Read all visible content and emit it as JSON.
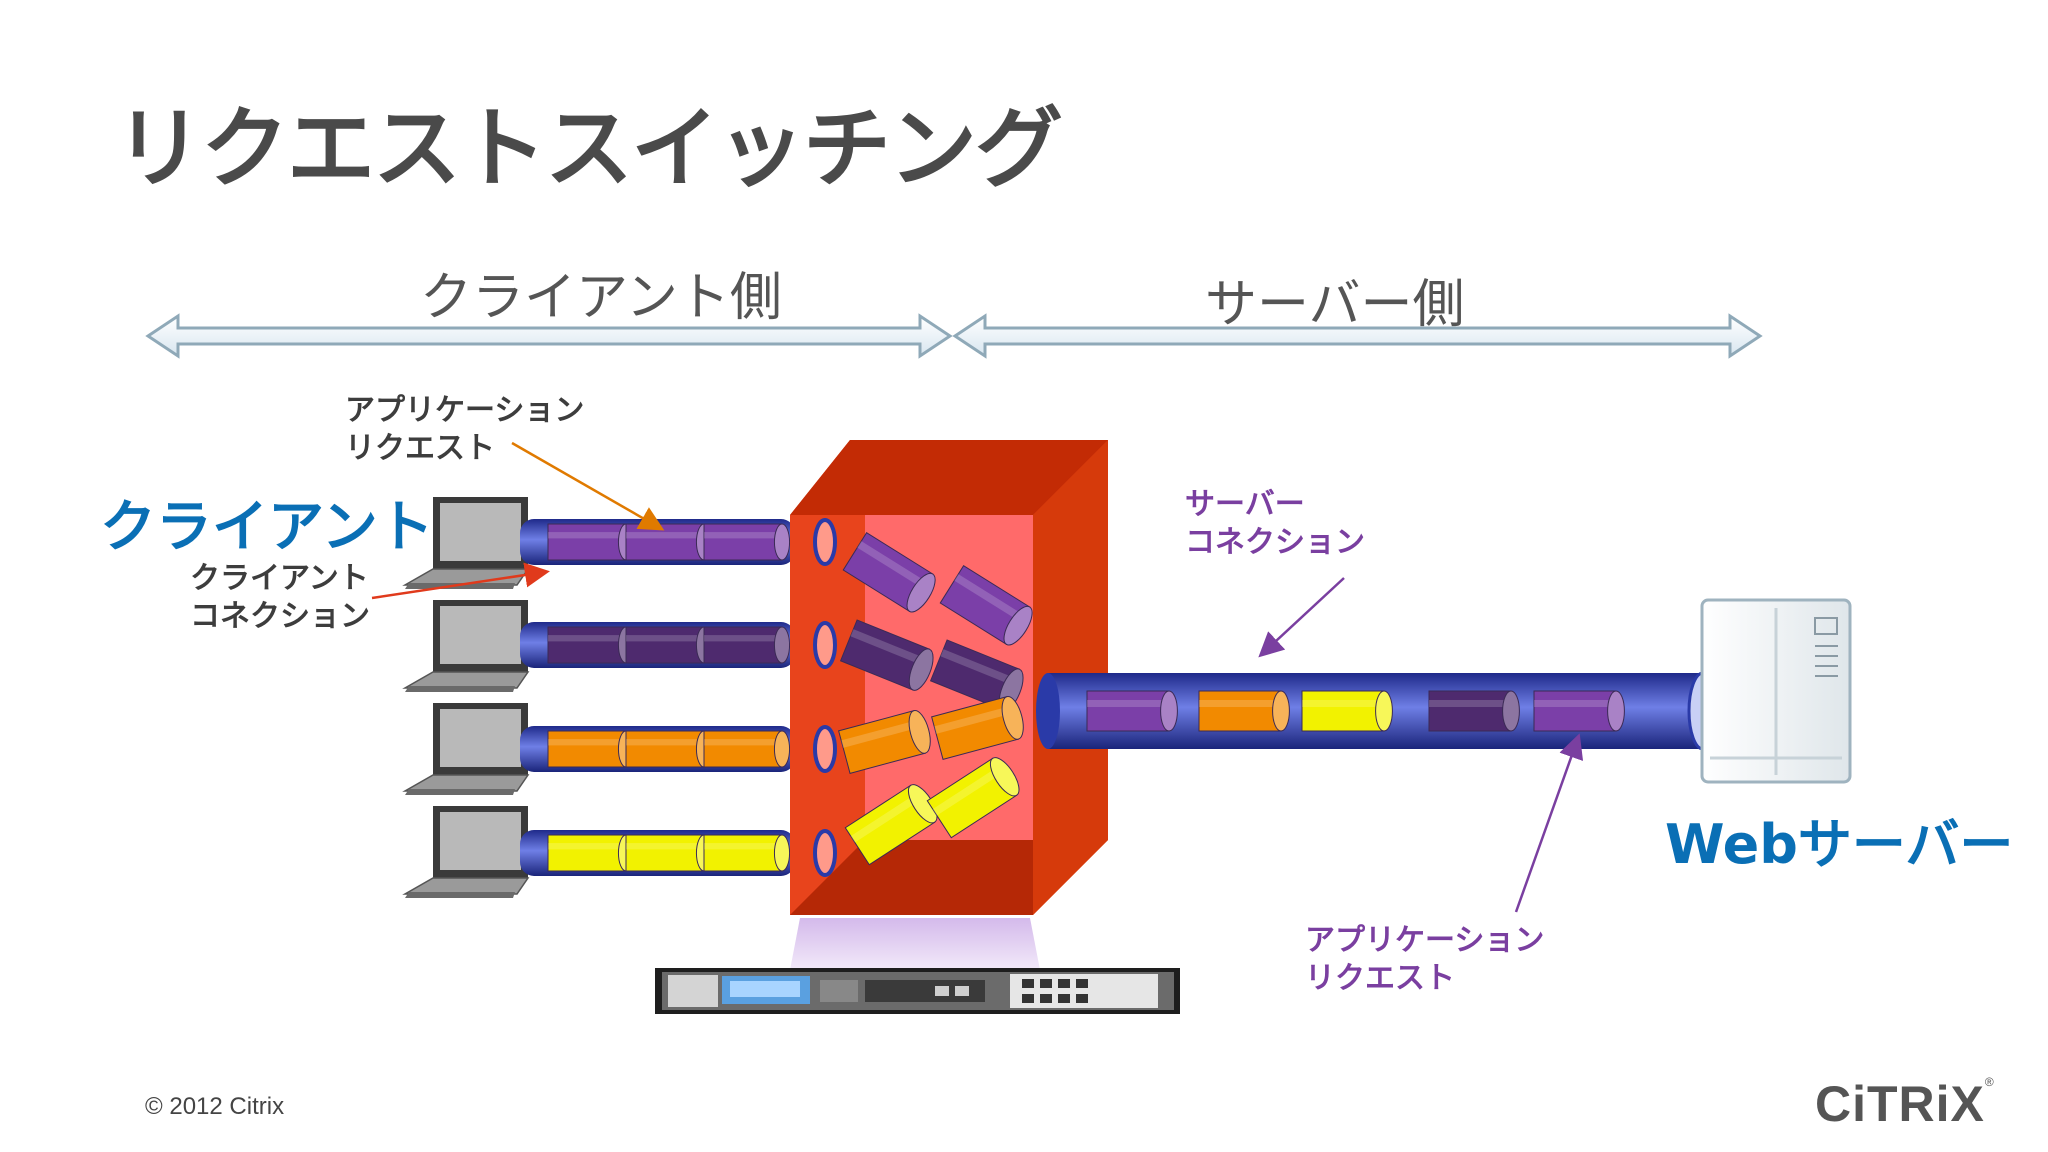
{
  "title": "リクエストスイッチング",
  "client_side": "クライアント側",
  "server_side": "サーバー側",
  "app_request_client": [
    "アプリケーション",
    "リクエスト"
  ],
  "client_label": "クライアント",
  "client_connection": [
    "クライアント",
    "コネクション"
  ],
  "server_connection": [
    "サーバー",
    "コネクション"
  ],
  "app_request_server": [
    "アプリケーション",
    "リクエスト"
  ],
  "web_server_label": "Webサーバー",
  "copyright": "© 2012 Citrix",
  "logo": "CiTRiX",
  "colors": {
    "purple": "#7b3fa8",
    "dark_purple": "#4e2a6e",
    "orange": "#f28a00",
    "yellow": "#f2f200",
    "pipe_blue": "#3a4fc8",
    "appliance_red": "#e8441c",
    "label_blue": "#0a6fb5"
  }
}
